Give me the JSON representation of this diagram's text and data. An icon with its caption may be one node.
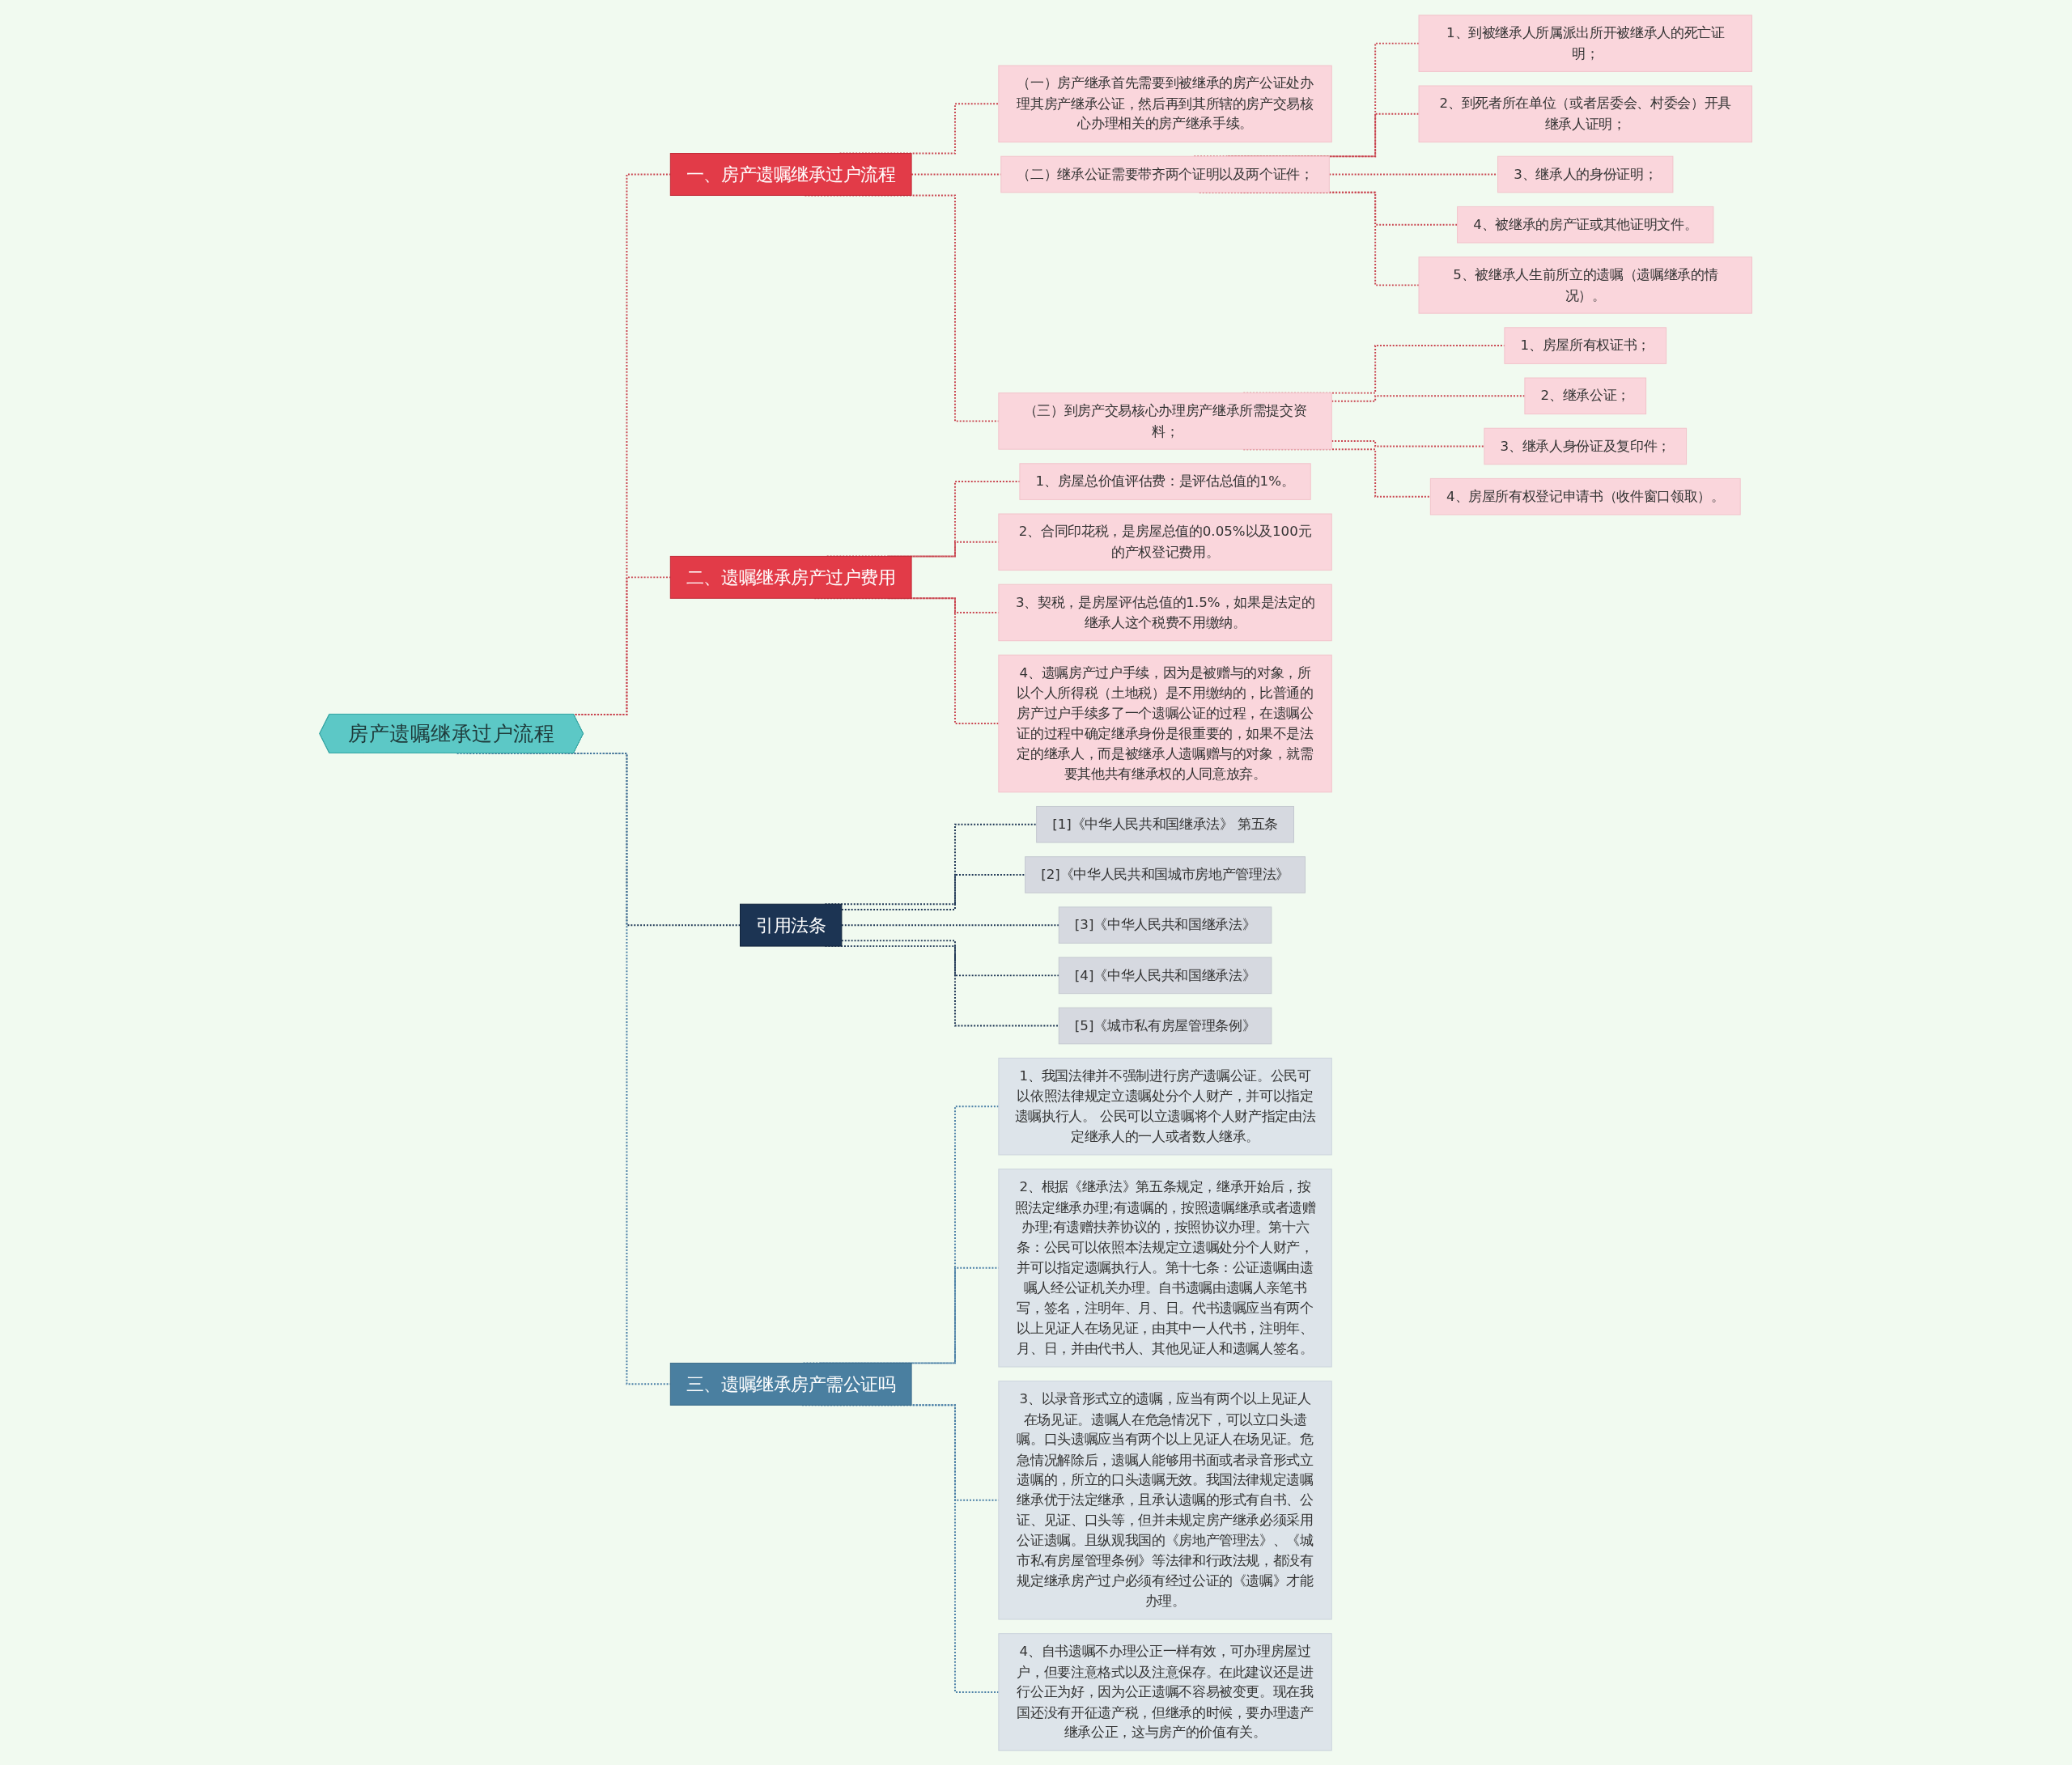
{
  "diagram": {
    "nodes": [
      {
        "text": [
          "房产遗嘱继承过户流程"
        ]
      },
      {
        "text": [
          "一、房产遗嘱继承过户流程"
        ]
      },
      {
        "text": [
          "（一）房产继承首先需要到被继承的房产公证处办理其房产继承公证，然后再到其所辖的房产交易核心办理相关的房产继承手续。"
        ]
      },
      {
        "text": [
          "（二）继承公证需要带齐两个证明以及两个证件；"
        ]
      },
      {
        "text": [
          "1、到被继承人所属派出所开被继承人的死亡证明；"
        ]
      },
      {
        "text": [
          "2、到死者所在单位（或者居委会、村委会）开具继承人证明；"
        ]
      },
      {
        "text": [
          "3、继承人的身份证明；"
        ]
      },
      {
        "text": [
          "4、被继承的房产证或其他证明文件。"
        ]
      },
      {
        "text": [
          "5、被继承人生前所立的遗嘱（遗嘱继承的情况）。"
        ]
      },
      {
        "text": [
          "（三）到房产交易核心办理房产继承所需提交资料；"
        ]
      },
      {
        "text": [
          "1、房屋所有权证书；"
        ]
      },
      {
        "text": [
          "2、继承公证；"
        ]
      },
      {
        "text": [
          "3、继承人身份证及复印件；"
        ]
      },
      {
        "text": [
          "4、房屋所有权登记申请书（收件窗口领取）。"
        ]
      },
      {
        "text": [
          "二、遗嘱继承房产过户费用"
        ]
      },
      {
        "text": [
          "1、房屋总价值评估费：是评估总值的1%。"
        ]
      },
      {
        "text": [
          "2、合同印花税，是房屋总值的0.05%以及100元的产权登记费用。"
        ]
      },
      {
        "text": [
          "3、契税，是房屋评估总值的1.5%，如果是法定的继承人这个税费不用缴纳。"
        ]
      },
      {
        "text": [
          "4、遗嘱房产过户手续，因为是被赠与的对象，所以个人所得税（土地税）是不用缴纳的，比普通的房产过户手续多了一个遗嘱公证的过程，在遗嘱公证的过程中确定继承身份是很重要的，如果不是法定的继承人，而是被继承人遗嘱赠与的对象，就需要其他共有继承权的人同意放弃。"
        ]
      },
      {
        "text": [
          "引用法条"
        ]
      },
      {
        "text": [
          "[1]《中华人民共和国继承法》 第五条"
        ]
      },
      {
        "text": [
          "[2]《中华人民共和国城市房地产管理法》"
        ]
      },
      {
        "text": [
          "[3]《中华人民共和国继承法》"
        ]
      },
      {
        "text": [
          "[4]《中华人民共和国继承法》"
        ]
      },
      {
        "text": [
          "[5]《城市私有房屋管理条例》"
        ]
      },
      {
        "text": [
          "三、遗嘱继承房产需公证吗"
        ]
      },
      {
        "text": [
          "1、我国法律并不强制进行房产遗嘱公证。公民可以依照法律规定立遗嘱处分个人财产，并可以指定遗嘱执行人。 公民可以立遗嘱将个人财产指定由法定继承人的一人或者数人继承。"
        ]
      },
      {
        "text": [
          "2、根据《继承法》第五条规定，继承开始后，按照法定继承办理;有遗嘱的，按照遗嘱继承或者遗赠办理;有遗赠扶养协议的，按照协议办理。第十六条：公民可以依照本法规定立遗嘱处分个人财产，并可以指定遗嘱执行人。第十七条：公证遗嘱由遗嘱人经公证机关办理。自书遗嘱由遗嘱人亲笔书写，签名，注明年、月、日。代书遗嘱应当有两个以上见证人在场见证，由其中一人代书，注明年、月、日，并由代书人、其他见证人和遗嘱人签名。"
        ]
      },
      {
        "text": [
          "3、以录音形式立的遗嘱，应当有两个以上见证人在场见证。遗嘱人在危急情况下，可以立口头遗嘱。口头遗嘱应当有两个以上见证人在场见证。危急情况解除后，遗嘱人能够用书面或者录音形式立遗嘱的，所立的口头遗嘱无效。我国法律规定遗嘱继承优于法定继承，且承认遗嘱的形式有自书、公证、见证、口头等，但并未规定房产继承必须采用公证遗嘱。且纵观我国的《房地产管理法》、《城市私有房屋管理条例》等法律和行政法规，都没有规定继承房产过户必须有经过公证的《遗嘱》才能办理。"
        ]
      },
      {
        "text": [
          "4、自书遗嘱不办理公正一样有效，可办理房屋过户，但要注意格式以及注意保存。在此建议还是进行公正为好，因为公正遗嘱不容易被变更。现在我国还没有开征遗产税，但继承的时候，要办理遗产继承公正，这与房产的价值有关。"
        ]
      }
    ],
    "edges": [
      {
        "from": 0,
        "to": 1,
        "arrow": "none",
        "style": "dashed"
      },
      {
        "from": 1,
        "to": 2,
        "arrow": "none",
        "style": "dashed"
      },
      {
        "from": 1,
        "to": 3,
        "arrow": "none",
        "style": "dashed"
      },
      {
        "from": 3,
        "to": 4,
        "arrow": "none",
        "style": "dashed"
      },
      {
        "from": 3,
        "to": 5,
        "arrow": "none",
        "style": "dashed"
      },
      {
        "from": 3,
        "to": 6,
        "arrow": "none",
        "style": "dashed"
      },
      {
        "from": 3,
        "to": 7,
        "arrow": "none",
        "style": "dashed"
      },
      {
        "from": 3,
        "to": 8,
        "arrow": "none",
        "style": "dashed"
      },
      {
        "from": 1,
        "to": 9,
        "arrow": "none",
        "style": "dashed"
      },
      {
        "from": 9,
        "to": 10,
        "arrow": "none",
        "style": "dashed"
      },
      {
        "from": 9,
        "to": 11,
        "arrow": "none",
        "style": "dashed"
      },
      {
        "from": 9,
        "to": 12,
        "arrow": "none",
        "style": "dashed"
      },
      {
        "from": 9,
        "to": 13,
        "arrow": "none",
        "style": "dashed"
      },
      {
        "from": 0,
        "to": 14,
        "arrow": "none",
        "style": "dashed"
      },
      {
        "from": 14,
        "to": 15,
        "arrow": "none",
        "style": "dashed"
      },
      {
        "from": 14,
        "to": 16,
        "arrow": "none",
        "style": "dashed"
      },
      {
        "from": 14,
        "to": 17,
        "arrow": "none",
        "style": "dashed"
      },
      {
        "from": 14,
        "to": 18,
        "arrow": "none",
        "style": "dashed"
      },
      {
        "from": 0,
        "to": 19,
        "arrow": "none",
        "style": "dashed",
        "color": "#1c3453"
      },
      {
        "from": 19,
        "to": 20,
        "arrow": "none",
        "style": "dashed",
        "color": "#1c3453"
      },
      {
        "from": 19,
        "to": 21,
        "arrow": "none",
        "style": "dashed",
        "color": "#1c3453"
      },
      {
        "from": 19,
        "to": 22,
        "arrow": "none",
        "style": "dashed",
        "color": "#1c3453"
      },
      {
        "from": 19,
        "to": 23,
        "arrow": "none",
        "style": "dashed",
        "color": "#1c3453"
      },
      {
        "from": 19,
        "to": 24,
        "arrow": "none",
        "style": "dashed",
        "color": "#1c3453"
      },
      {
        "from": 0,
        "to": 25,
        "arrow": "none",
        "style": "dashed",
        "color": "#4a7fa6"
      },
      {
        "from": 25,
        "to": 26,
        "arrow": "none",
        "style": "dashed",
        "color": "#4a7fa6"
      },
      {
        "from": 25,
        "to": 27,
        "arrow": "none",
        "style": "dashed",
        "color": "#4a7fa6"
      },
      {
        "from": 25,
        "to": 28,
        "arrow": "none",
        "style": "dashed",
        "color": "#4a7fa6"
      },
      {
        "from": 25,
        "to": 29,
        "arrow": "none",
        "style": "dashed",
        "color": "#4a7fa6"
      }
    ]
  }
}
